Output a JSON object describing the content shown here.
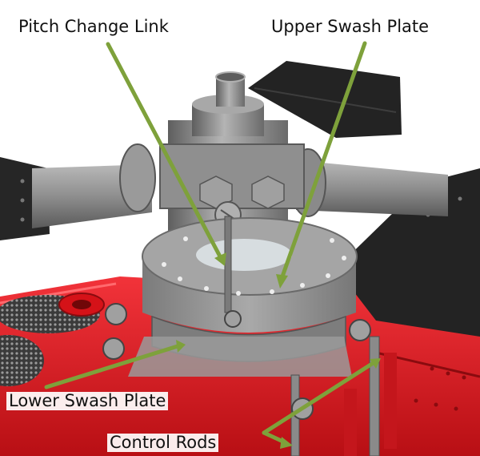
{
  "labels": {
    "pitch_change_link": "Pitch Change Link",
    "upper_swash_plate": "Upper Swash Plate",
    "lower_swash_plate": "Lower Swash Plate",
    "control_rods": "Control Rods"
  },
  "colors": {
    "background": "#ffffff",
    "leader_line": "#7ea13b",
    "fuselage_red": "#e3141a",
    "metal_gray": "#8c8c8c",
    "blade_black": "#222222",
    "label_text": "#111111"
  }
}
